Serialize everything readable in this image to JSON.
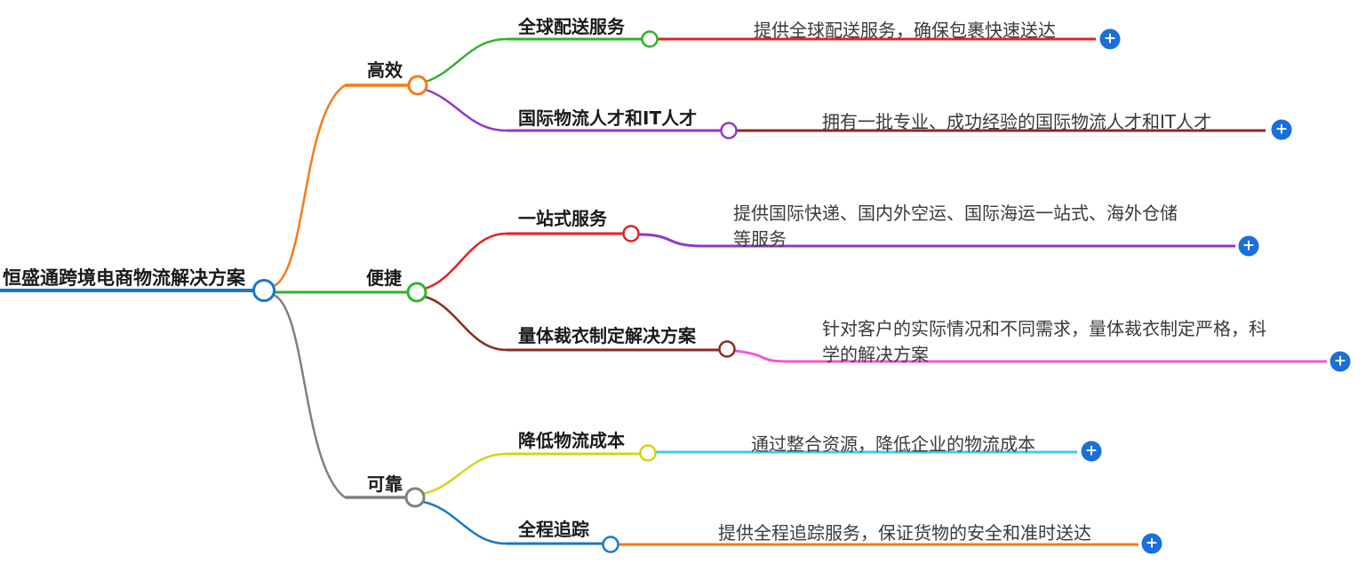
{
  "title": "恒盛通跨境电商物流解决方案",
  "plus_label": "+",
  "colors": {
    "root_blue": "#1878c8",
    "orange": "#f57b17",
    "green": "#2cb52c",
    "gray": "#808080",
    "red": "#e32222",
    "dark_red": "#8b2a25",
    "purple": "#9137cd",
    "pink": "#f359cf",
    "yellow": "#d4d414",
    "cyan": "#3fc9f2",
    "blue": "#1878c8",
    "plus_button_blue": "#1a6fdb",
    "label_text": "#1a1a1a",
    "desc_text": "#3a3a3a",
    "white": "#ffffff"
  },
  "root": {
    "label": "恒盛通跨境电商物流解决方案"
  },
  "branches": [
    {
      "label": "高效",
      "children": [
        {
          "label": "全球配送服务",
          "desc_lines": {
            "0": "提供全球配送服务，确保包裹快速送达"
          }
        },
        {
          "label": "国际物流人才和IT人才",
          "desc_lines": {
            "0": "拥有一批专业、成功经验的国际物流人才和IT人才"
          }
        }
      ]
    },
    {
      "label": "便捷",
      "children": [
        {
          "label": "一站式服务",
          "desc_lines": {
            "0": "提供国际快递、国内外空运、国际海运一站式、海外仓储",
            "1": "等服务"
          }
        },
        {
          "label": "量体裁衣制定解决方案",
          "desc_lines": {
            "0": "针对客户的实际情况和不同需求，量体裁衣制定严格，科",
            "1": "学的解决方案"
          }
        }
      ]
    },
    {
      "label": "可靠",
      "children": [
        {
          "label": "降低物流成本",
          "desc_lines": {
            "0": "通过整合资源，降低企业的物流成本"
          }
        },
        {
          "label": "全程追踪",
          "desc_lines": {
            "0": "提供全程追踪服务，保证货物的安全和准时送达"
          }
        }
      ]
    }
  ]
}
